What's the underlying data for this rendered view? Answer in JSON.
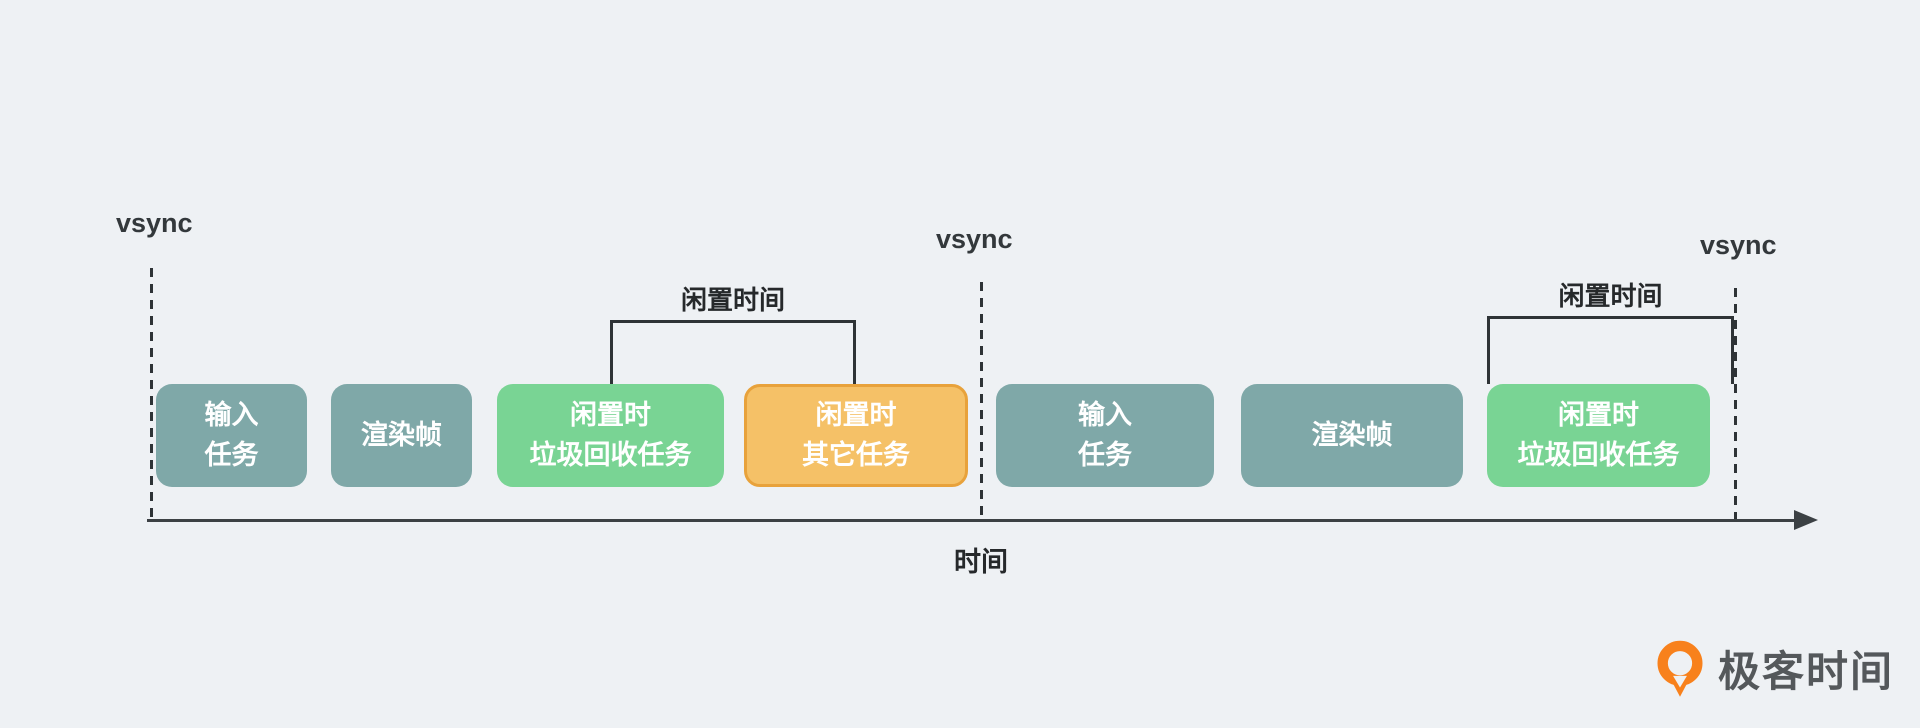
{
  "diagram": {
    "vsync_markers": [
      {
        "label": "vsync"
      },
      {
        "label": "vsync"
      },
      {
        "label": "vsync"
      }
    ],
    "blocks": [
      {
        "label": "输入\n任务",
        "type": "teal"
      },
      {
        "label": "渲染帧",
        "type": "teal"
      },
      {
        "label": "闲置时\n垃圾回收任务",
        "type": "green"
      },
      {
        "label": "闲置时\n其它任务",
        "type": "orange"
      },
      {
        "label": "输入\n任务",
        "type": "teal"
      },
      {
        "label": "渲染帧",
        "type": "teal"
      },
      {
        "label": "闲置时\n垃圾回收任务",
        "type": "green"
      }
    ],
    "idle_brackets": [
      {
        "label": "闲置时间"
      },
      {
        "label": "闲置时间"
      }
    ],
    "timeline": {
      "label": "时间"
    }
  },
  "logo": {
    "text": "极客时间"
  },
  "colors": {
    "background": "#eef1f4",
    "teal_block": "#7fa8a8",
    "green_block": "#79d494",
    "orange_block_fill": "#f5c167",
    "orange_block_border": "#e8a23b",
    "line": "#2e3336",
    "logo_orange": "#f8811c",
    "logo_text": "#54585b"
  }
}
